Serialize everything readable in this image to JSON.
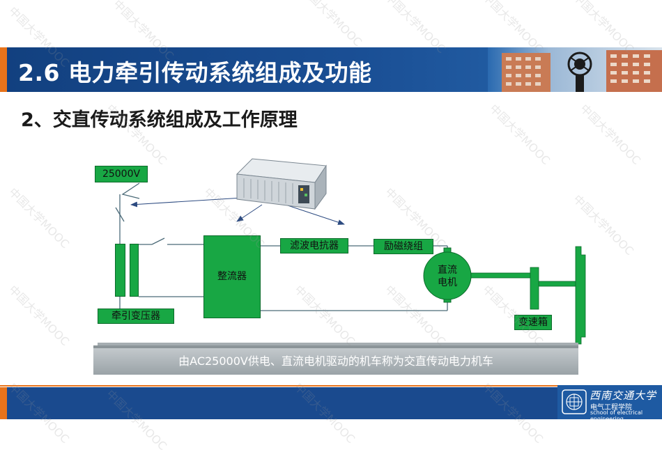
{
  "slide": {
    "title": "2.6 电力牵引传动系统组成及功能",
    "subtitle": "2、交直传动系统组成及工作原理"
  },
  "diagram": {
    "voltage_label": "25000V",
    "transformer_label": "牵引变压器",
    "rectifier_label": "整流器",
    "filter_reactor_label": "滤波电抗器",
    "field_winding_label": "励磁绕组",
    "motor_label_line1": "直流",
    "motor_label_line2": "电机",
    "gearbox_label": "变速箱",
    "caption": "由AC25000V供电、直流电机驱动的机车称为交直传动电力机车"
  },
  "footer": {
    "university_name": "西南交通大学",
    "department_cn": "电气工程学院",
    "department_en": "school of electrical engineering"
  },
  "watermark_text": "中国大学MOOC",
  "colors": {
    "title_bar": "#1a4f95",
    "accent_orange": "#e8731a",
    "component_green": "#18a744",
    "caption_band": "#a5adb1"
  }
}
